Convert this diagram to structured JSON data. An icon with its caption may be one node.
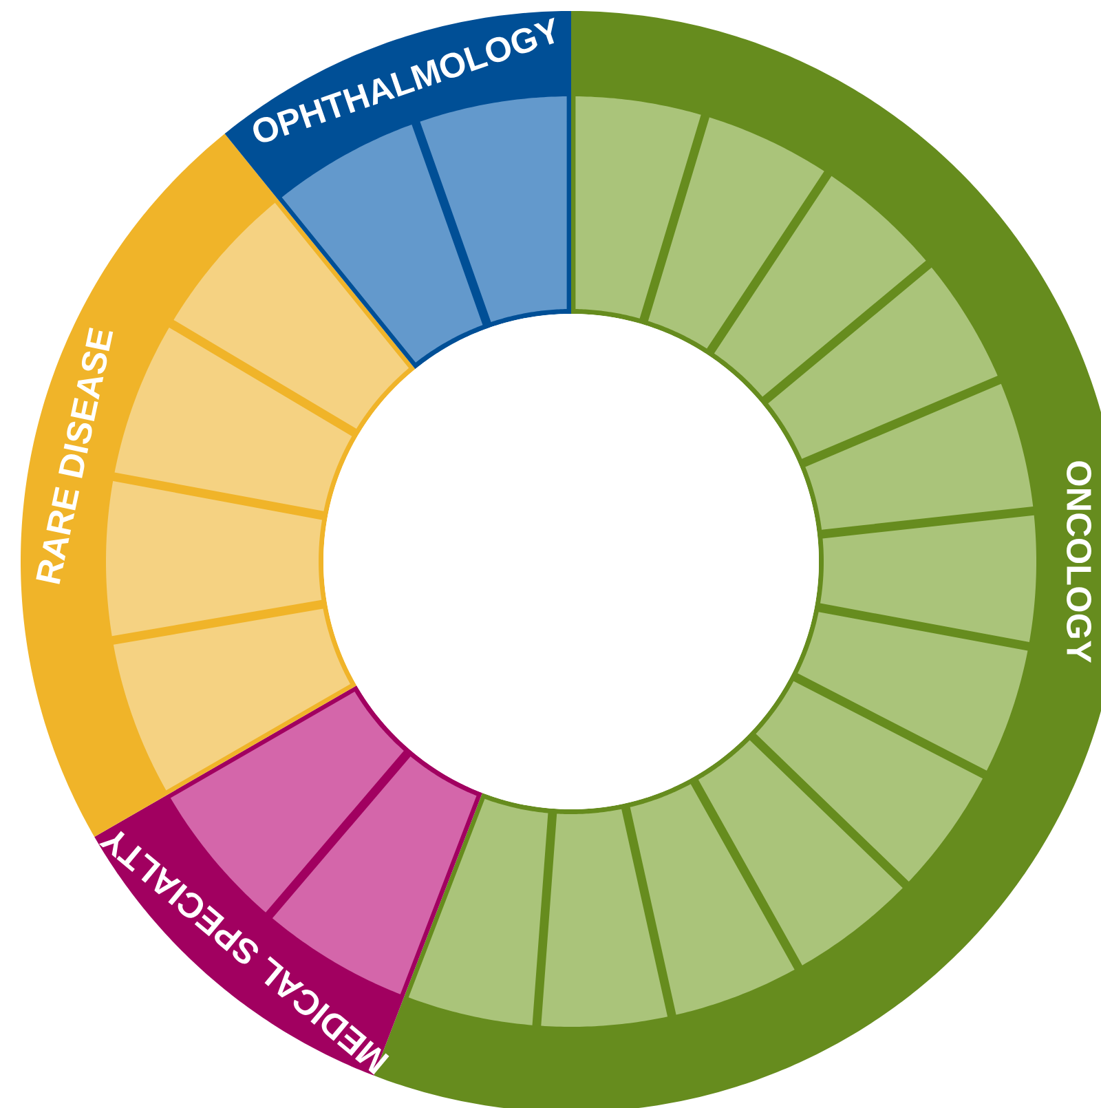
{
  "diagram": {
    "nodes": [
      {
        "text": [
          "ONCOLOGY"
        ]
      },
      {
        "text": [],
        "shape": "segment",
        "in": 0
      },
      {
        "text": [],
        "shape": "segment",
        "in": 0
      },
      {
        "text": [],
        "shape": "segment",
        "in": 0
      },
      {
        "text": [],
        "shape": "segment",
        "in": 0
      },
      {
        "text": [],
        "shape": "segment",
        "in": 0
      },
      {
        "text": [],
        "shape": "segment",
        "in": 0
      },
      {
        "text": [],
        "shape": "segment",
        "in": 0
      },
      {
        "text": [],
        "shape": "segment",
        "in": 0
      },
      {
        "text": [],
        "shape": "segment",
        "in": 0
      },
      {
        "text": [],
        "shape": "segment",
        "in": 0
      },
      {
        "text": [],
        "shape": "segment",
        "in": 0
      },
      {
        "text": [],
        "shape": "segment",
        "in": 0
      },
      {
        "text": [
          "MEDICAL SPECIALTY"
        ]
      },
      {
        "text": [],
        "shape": "segment",
        "in": 13
      },
      {
        "text": [],
        "shape": "segment",
        "in": 13
      },
      {
        "text": [
          "RARE DISEASE"
        ]
      },
      {
        "text": [],
        "shape": "segment",
        "in": 16
      },
      {
        "text": [],
        "shape": "segment",
        "in": 16
      },
      {
        "text": [],
        "shape": "segment",
        "in": 16
      },
      {
        "text": [],
        "shape": "segment",
        "in": 16
      },
      {
        "text": [
          "OPHTHALMOLOGY"
        ]
      },
      {
        "text": [],
        "shape": "segment",
        "in": 21
      },
      {
        "text": [],
        "shape": "segment",
        "in": 21
      }
    ]
  }
}
